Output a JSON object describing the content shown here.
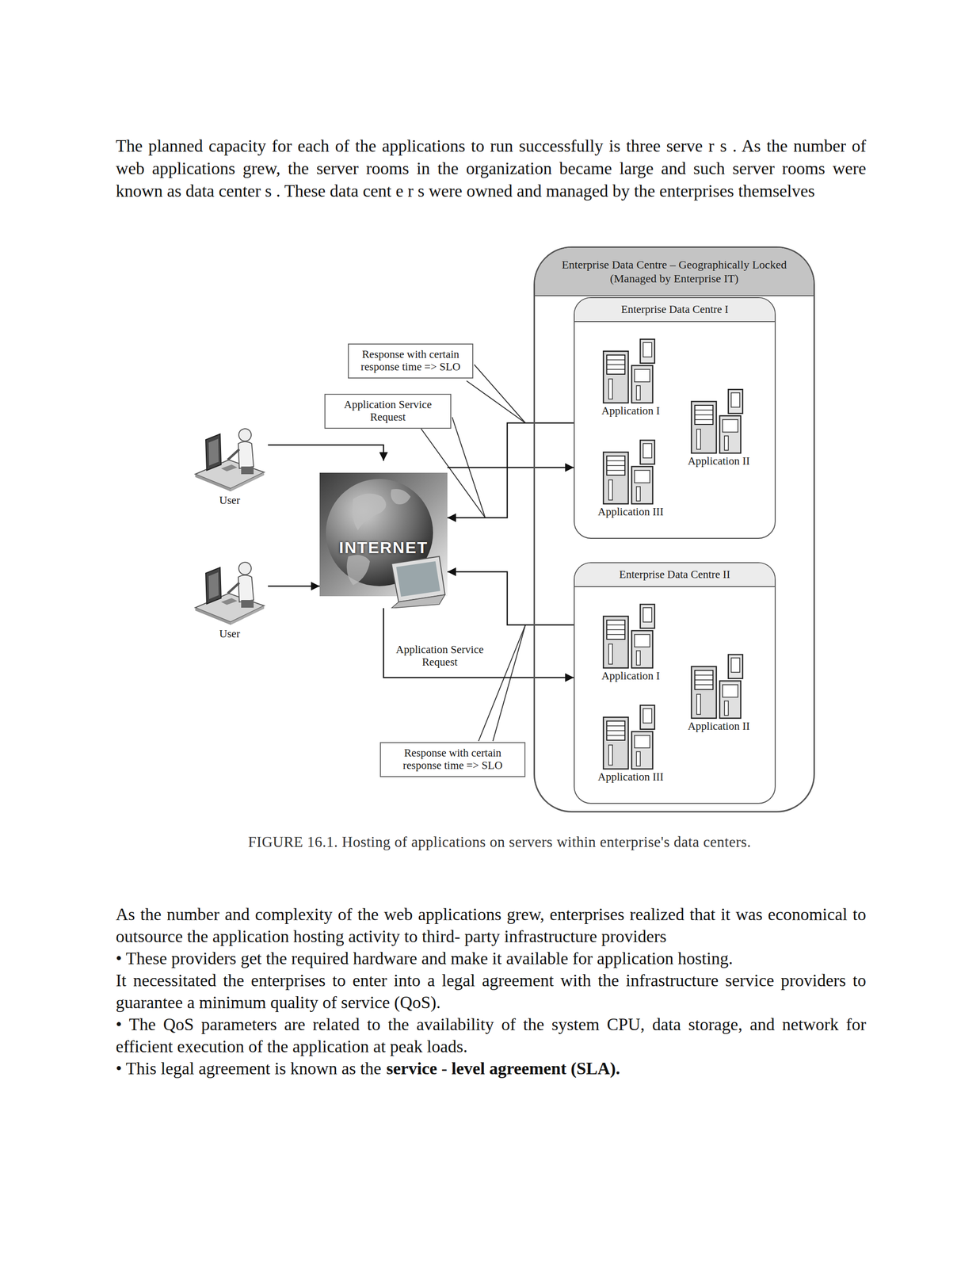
{
  "diagram": {
    "caption": "FIGURE 16.1. Hosting of applications on servers within enterprise's data centers.",
    "nodes": [
      {
        "text": [
          "Response with certain response time => SLO"
        ]
      },
      {
        "text": [
          "Application Service Request"
        ]
      },
      {
        "text": [
          "User"
        ]
      },
      {
        "text": [
          "INTERNET"
        ]
      },
      {
        "text": [
          "User"
        ]
      },
      {
        "text": [
          "Response with certain response time => SLO"
        ]
      },
      {
        "text": [
          "Enterprise Data Centre – Geographically Locked (Managed by Enterprise IT)"
        ]
      },
      {
        "text": [
          "Enterprise Data Centre I"
        ],
        "in": 6
      },
      {
        "text": [
          "Application I"
        ],
        "in": 7
      },
      {
        "text": [
          "Application II"
        ],
        "in": 7
      },
      {
        "text": [
          "Application III"
        ],
        "in": 7
      },
      {
        "text": [
          "Enterprise Data Centre II"
        ],
        "in": 6
      },
      {
        "text": [
          "Application I"
        ],
        "in": 11
      },
      {
        "text": [
          "Application II"
        ],
        "in": 11
      },
      {
        "text": [
          "Application III"
        ],
        "in": 11
      }
    ],
    "edges": [
      {
        "from": 2,
        "to": 3,
        "arrow": "to"
      },
      {
        "from": 4,
        "to": 3,
        "arrow": "to"
      },
      {
        "from": 3,
        "to": 7,
        "arrow": "to"
      },
      {
        "from": 7,
        "to": 3,
        "arrow": "to"
      },
      {
        "from": 11,
        "to": 3,
        "arrow": "to"
      },
      {
        "from": 3,
        "to": 11,
        "arrow": "to"
      }
    ],
    "labels": [
      "The planned capacity for each of the applications to run successfully is three serve r s . As the number of web applications grew, the server rooms in the organization became large and such server rooms were known as data center s . These data cent e r s were owned and managed by the enterprises themselves",
      "As the number and complexity of the web applications grew, enterprises realized that it was economical to outsource the application hosting activity to third- party infrastructure providers",
      "• These providers get the required hardware and make it available for application hosting.",
      "It necessitated the enterprises to enter into a legal agreement with the infrastructure service providers to guarantee a minimum quality of service (QoS).",
      "• The QoS parameters are related to the availability of the system CPU, data storage, and network for efficient execution of the application at peak loads.",
      "• This legal agreement is known as the",
      "service - level agreement (SLA).",
      "Application Service Request"
    ]
  }
}
